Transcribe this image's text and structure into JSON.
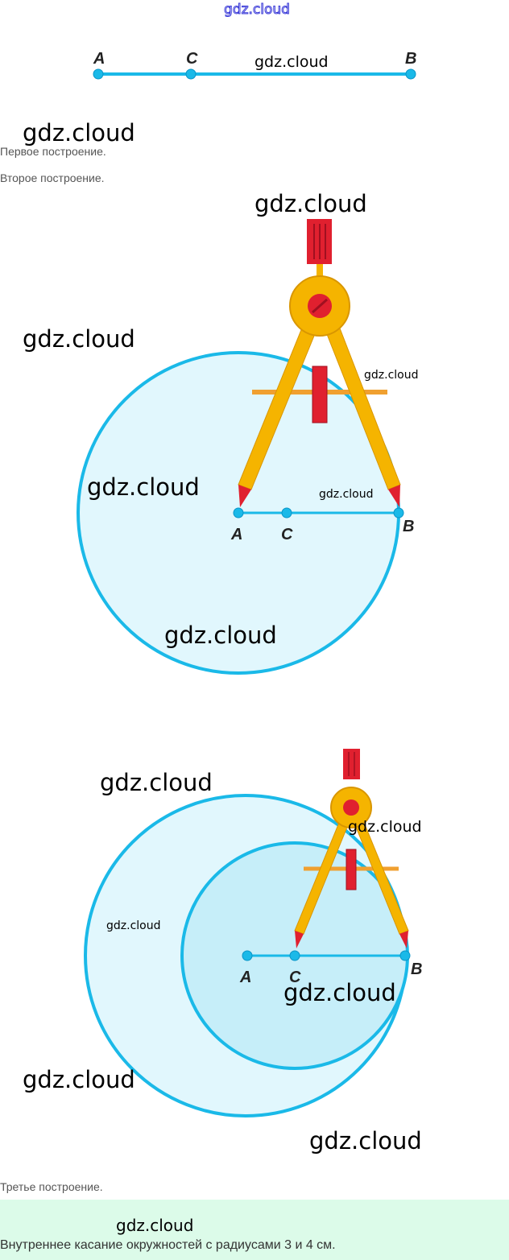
{
  "watermark": "gdz.cloud",
  "points": {
    "a": "A",
    "b": "B",
    "c": "C"
  },
  "captions": {
    "first": "Первое построение.",
    "second": "Второе построение.",
    "third": "Третье построение."
  },
  "note": {
    "text": "Внутреннее касание окружностей с радиусами 3 и 4 см."
  },
  "colors": {
    "line": "#1ab9e8",
    "fill_light": "#e1f7fd",
    "fill_inner": "#c6eef9",
    "compass": "#f5b400",
    "red": "#e0202f",
    "note_bg": "#dcfbe9"
  }
}
